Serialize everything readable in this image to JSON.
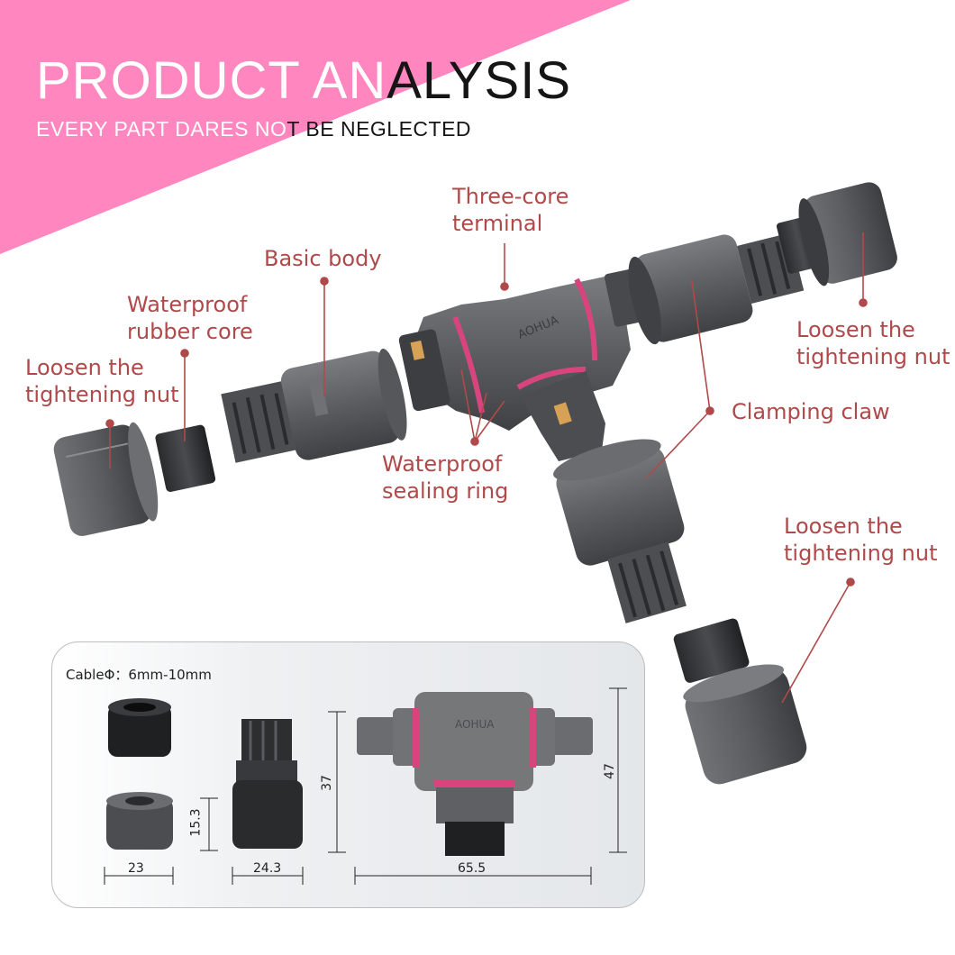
{
  "header": {
    "title_light": "PRODUCT AN",
    "title_dark": "ALYSIS",
    "subtitle_light": "EVERY PART DARES NO",
    "subtitle_dark": "T BE NEGLECTED"
  },
  "labels": {
    "three_core_terminal_1": "Three-core",
    "three_core_terminal_2": "terminal",
    "basic_body": "Basic body",
    "rubber_core_1": "Waterproof",
    "rubber_core_2": "rubber core",
    "loosen_left_1": "Loosen the",
    "loosen_left_2": "tightening nut",
    "loosen_right_1": "Loosen the",
    "loosen_right_2": "tightening nut",
    "clamping_claw": "Clamping claw",
    "sealing_ring_1": "Waterproof",
    "sealing_ring_2": "sealing ring",
    "loosen_bottom_1": "Loosen the",
    "loosen_bottom_2": "tightening nut"
  },
  "spec_panel": {
    "cable": "CableΦ：6mm-10mm",
    "dim_nut_width": "23",
    "dim_nut_height": "15.3",
    "dim_claw_width": "24.3",
    "dim_body_height": "37",
    "dim_tee_width": "65.5",
    "dim_tee_height": "47"
  },
  "brand_mark": "AOHUA",
  "colors": {
    "pink_band": "#ff86bf",
    "label_red": "#b0494a",
    "connector_gray": "#5b5d60",
    "sealing_pink": "#d8457e"
  }
}
